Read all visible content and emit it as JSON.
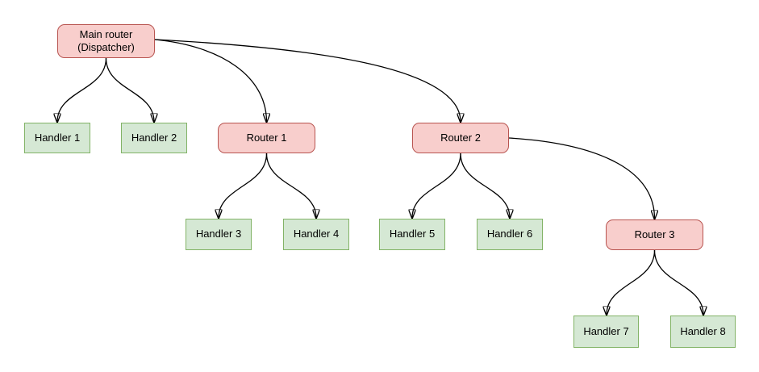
{
  "colors": {
    "background": "#ffffff",
    "router_fill": "#f8cecc",
    "router_stroke": "#b85450",
    "handler_fill": "#d5e8d4",
    "handler_stroke": "#82b366",
    "edge": "#000000",
    "text": "#000000"
  },
  "nodes": {
    "main_router": {
      "label": "Main router\n(Dispatcher)",
      "type": "router"
    },
    "handler1": {
      "label": "Handler 1",
      "type": "handler"
    },
    "handler2": {
      "label": "Handler 2",
      "type": "handler"
    },
    "router1": {
      "label": "Router 1",
      "type": "router"
    },
    "router2": {
      "label": "Router 2",
      "type": "router"
    },
    "handler3": {
      "label": "Handler 3",
      "type": "handler"
    },
    "handler4": {
      "label": "Handler 4",
      "type": "handler"
    },
    "handler5": {
      "label": "Handler 5",
      "type": "handler"
    },
    "handler6": {
      "label": "Handler 6",
      "type": "handler"
    },
    "router3": {
      "label": "Router 3",
      "type": "router"
    },
    "handler7": {
      "label": "Handler 7",
      "type": "handler"
    },
    "handler8": {
      "label": "Handler 8",
      "type": "handler"
    }
  },
  "edges": [
    {
      "from": "main_router",
      "to": "handler1"
    },
    {
      "from": "main_router",
      "to": "handler2"
    },
    {
      "from": "main_router",
      "to": "router1"
    },
    {
      "from": "main_router",
      "to": "router2"
    },
    {
      "from": "router1",
      "to": "handler3"
    },
    {
      "from": "router1",
      "to": "handler4"
    },
    {
      "from": "router2",
      "to": "handler5"
    },
    {
      "from": "router2",
      "to": "handler6"
    },
    {
      "from": "router2",
      "to": "router3"
    },
    {
      "from": "router3",
      "to": "handler7"
    },
    {
      "from": "router3",
      "to": "handler8"
    }
  ]
}
